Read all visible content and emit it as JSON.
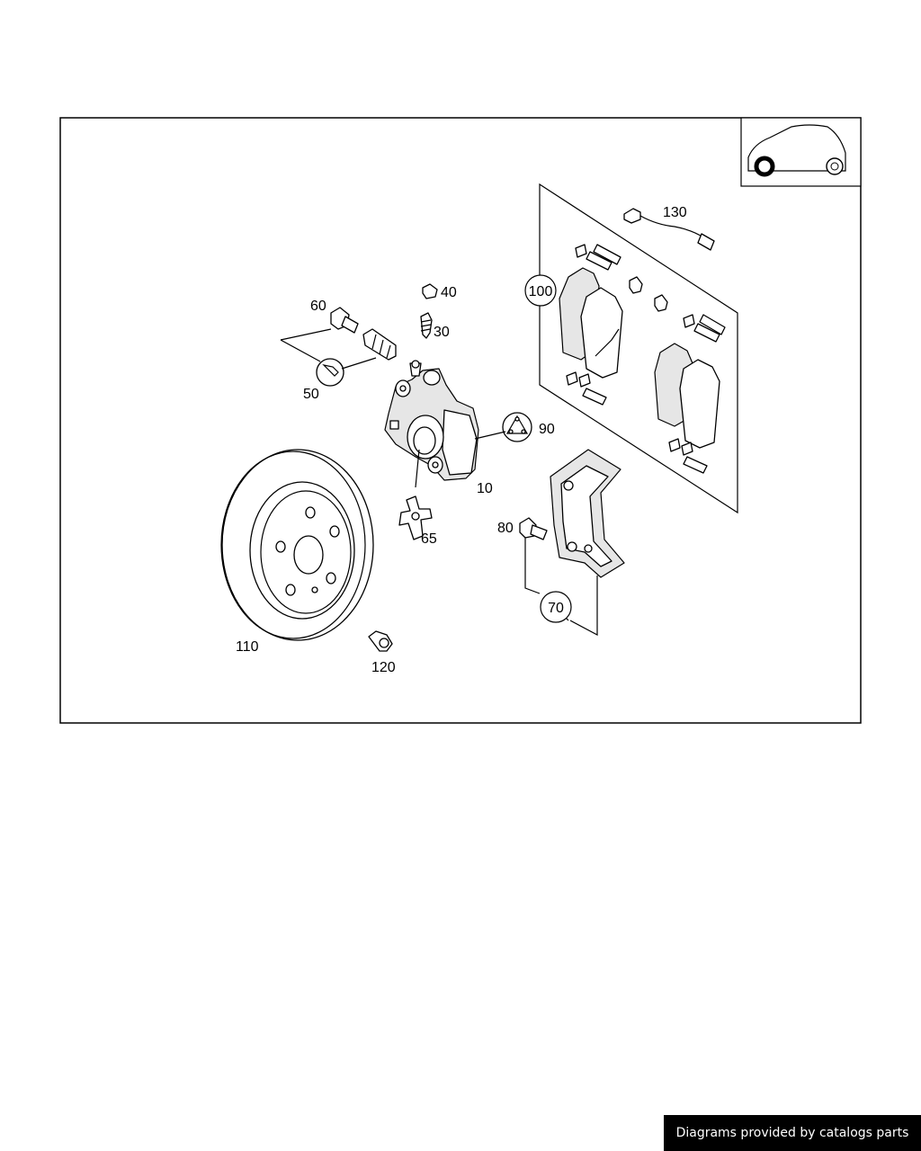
{
  "diagram": {
    "callouts": [
      "10",
      "30",
      "40",
      "50",
      "60",
      "65",
      "70",
      "80",
      "90",
      "100",
      "110",
      "120",
      "130"
    ]
  },
  "footer": {
    "credit": "Diagrams provided by catalogs parts"
  }
}
